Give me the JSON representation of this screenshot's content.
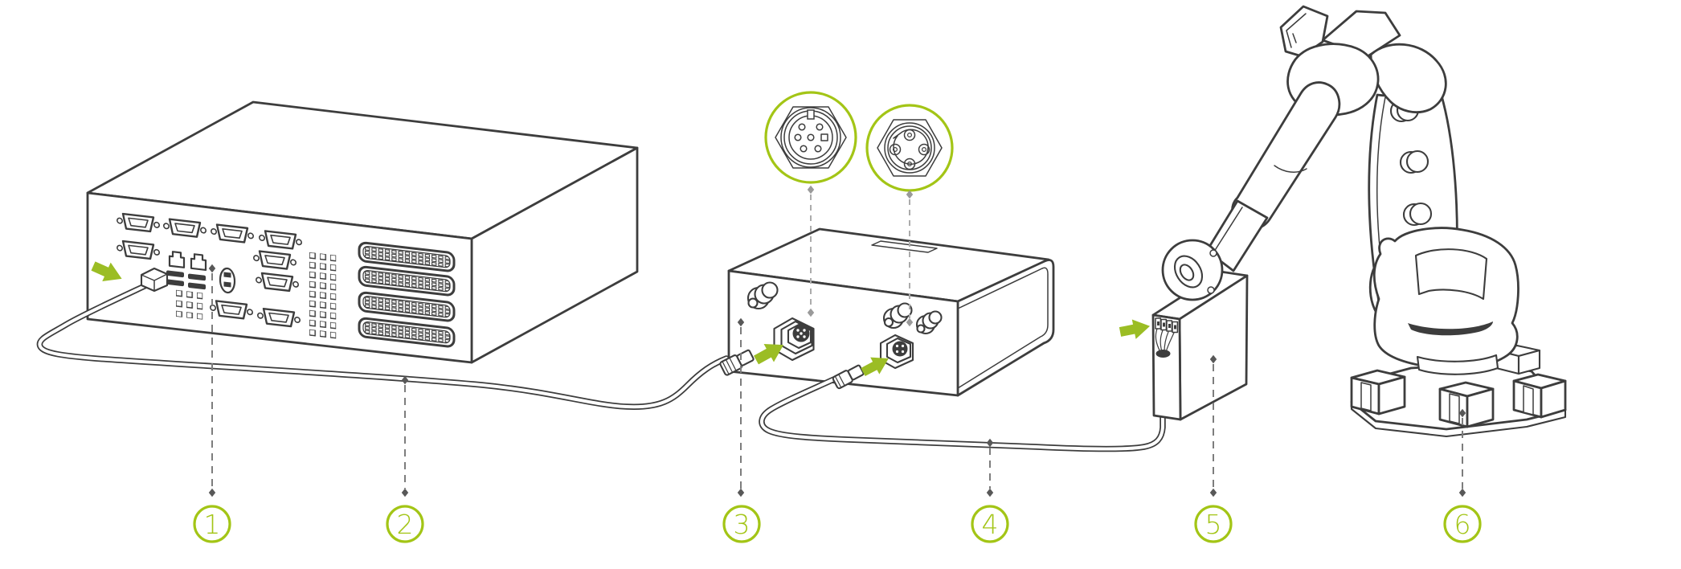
{
  "callouts": [
    {
      "number": "1"
    },
    {
      "number": "2"
    },
    {
      "number": "3"
    },
    {
      "number": "4"
    },
    {
      "number": "5"
    },
    {
      "number": "6"
    }
  ],
  "colors": {
    "accent_green": "#a3c516",
    "arrow_green": "#9bbd24",
    "line_dark": "#3d3d3d",
    "leader_gray": "#ababab",
    "callout_gray": "#7d7d7d",
    "background": "#ffffff"
  }
}
